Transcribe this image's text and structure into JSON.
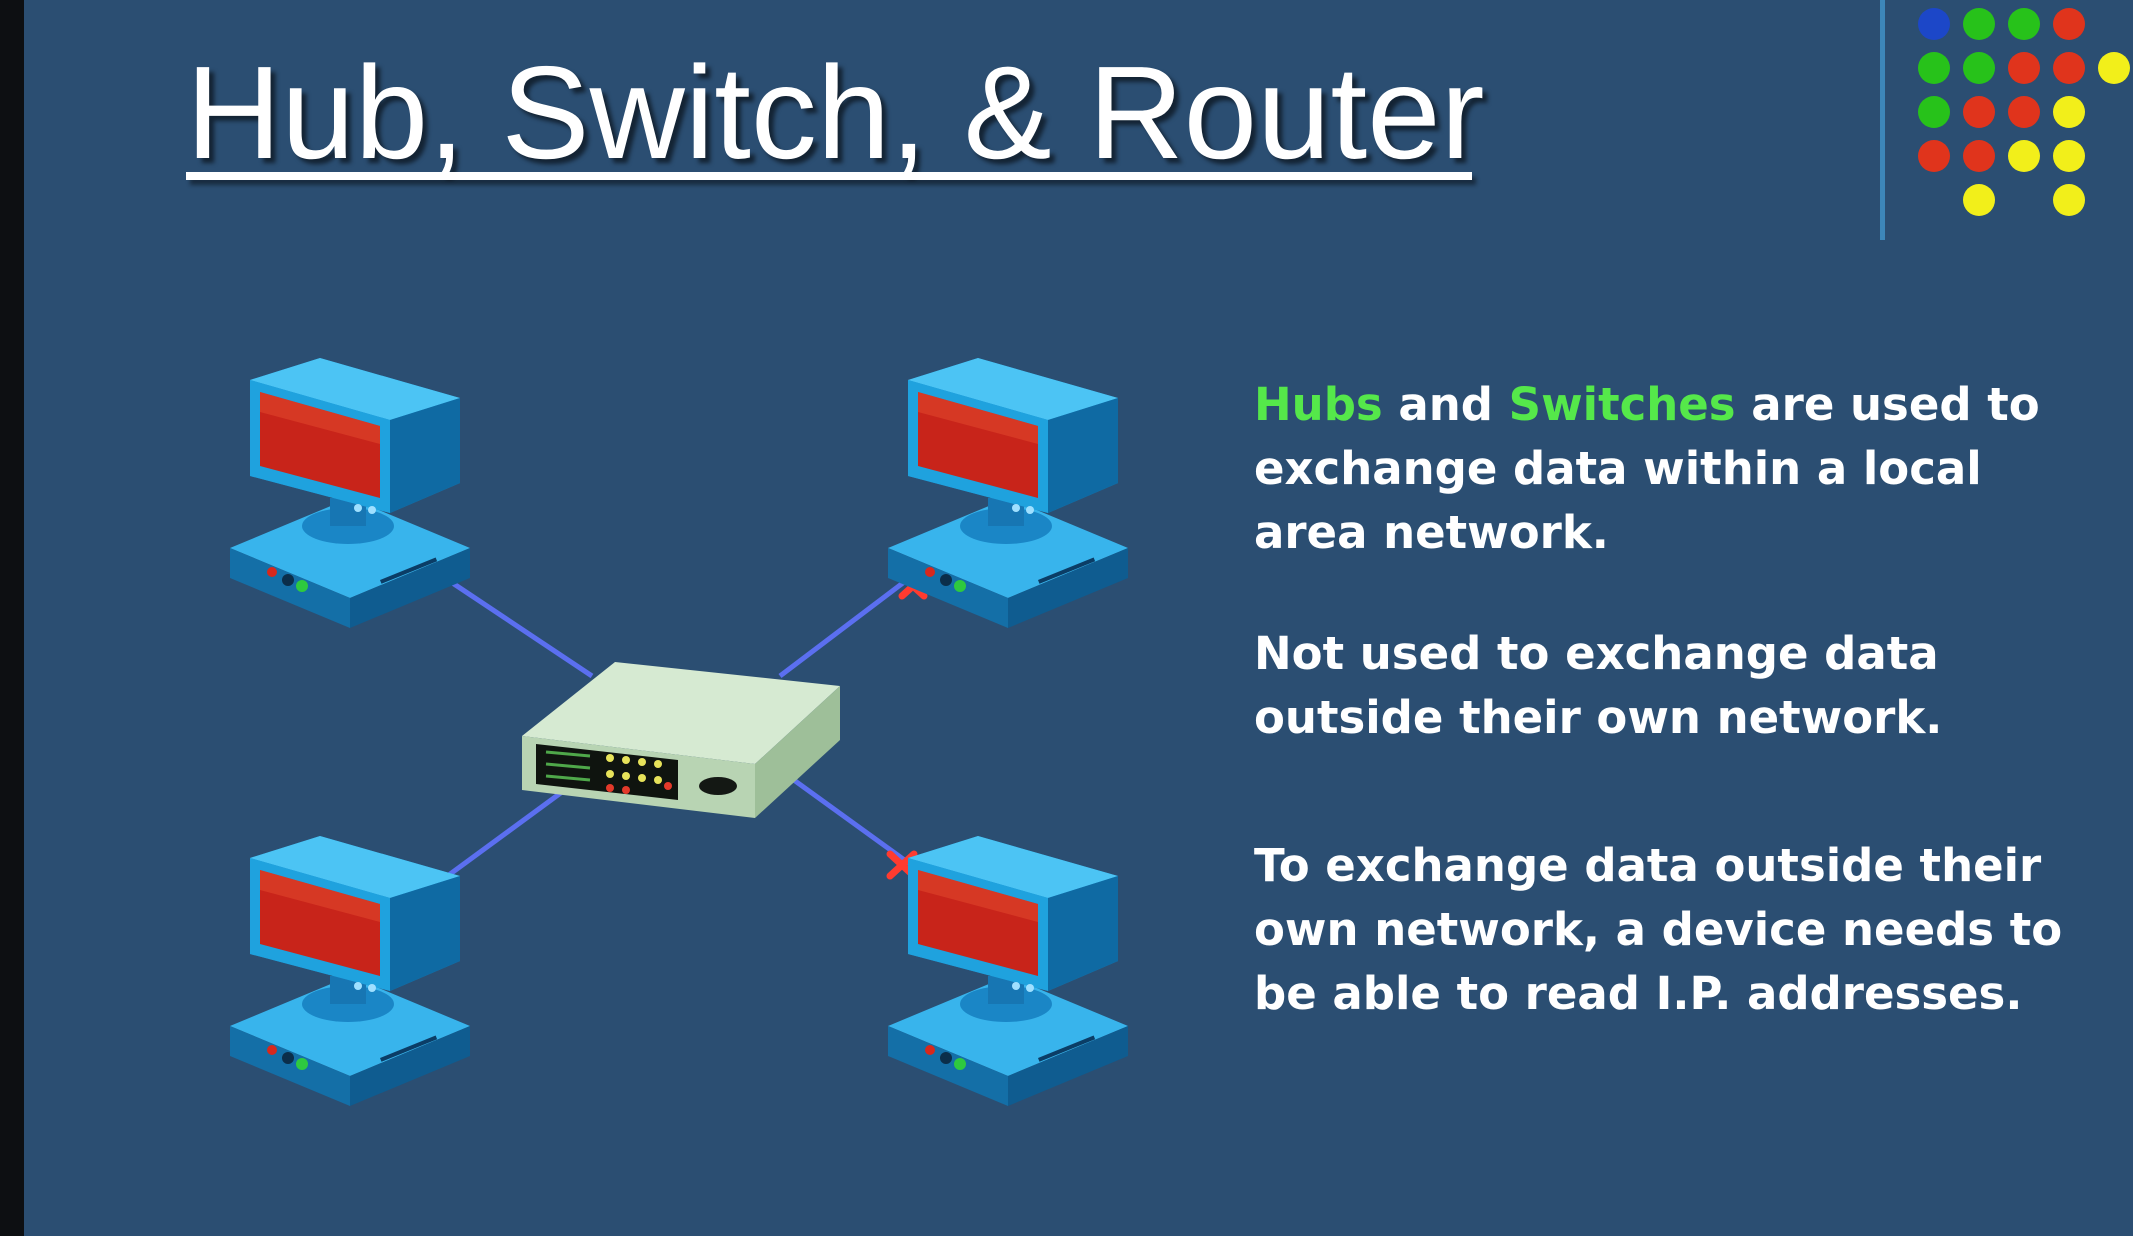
{
  "slide": {
    "title": "Hub, Switch, & Router",
    "background_color": "#2b4e72"
  },
  "text_panel": {
    "paragraph1": {
      "term1": "Hubs",
      "connector": " and ",
      "term2": "Switches",
      "rest": " are used to exchange data within a local area network.",
      "highlight_color": "#55e84a"
    },
    "paragraph2": "Not used to exchange data outside their own network.",
    "paragraph3": "To exchange data outside their own network, a device needs to be able to read I.P. addresses."
  },
  "diagram": {
    "center_device": "hub-switch",
    "computers": [
      "top-left",
      "top-right",
      "bottom-left",
      "bottom-right"
    ],
    "blocked_links": [
      "top-right",
      "bottom-right"
    ],
    "colors": {
      "cable": "#5b6ff0",
      "block_mark": "#ff3b2f",
      "monitor": "#1fa2de",
      "screen": "#c8241a",
      "hub_body": "#c5dcc0"
    }
  },
  "decoration": {
    "dot_colors": [
      [
        "#1c47c8",
        "#27c21a",
        "#27c21a",
        "#e0341c"
      ],
      [
        "#27c21a",
        "#27c21a",
        "#e0341c",
        "#e0341c",
        "#f2ef1a"
      ],
      [
        "#27c21a",
        "#e0341c",
        "#e0341c",
        "#f2ef1a"
      ],
      [
        "#e0341c",
        "#e0341c",
        "#f2ef1a",
        "#f2ef1a"
      ],
      [
        "",
        "#f2ef1a",
        "",
        "#f2ef1a"
      ]
    ]
  }
}
